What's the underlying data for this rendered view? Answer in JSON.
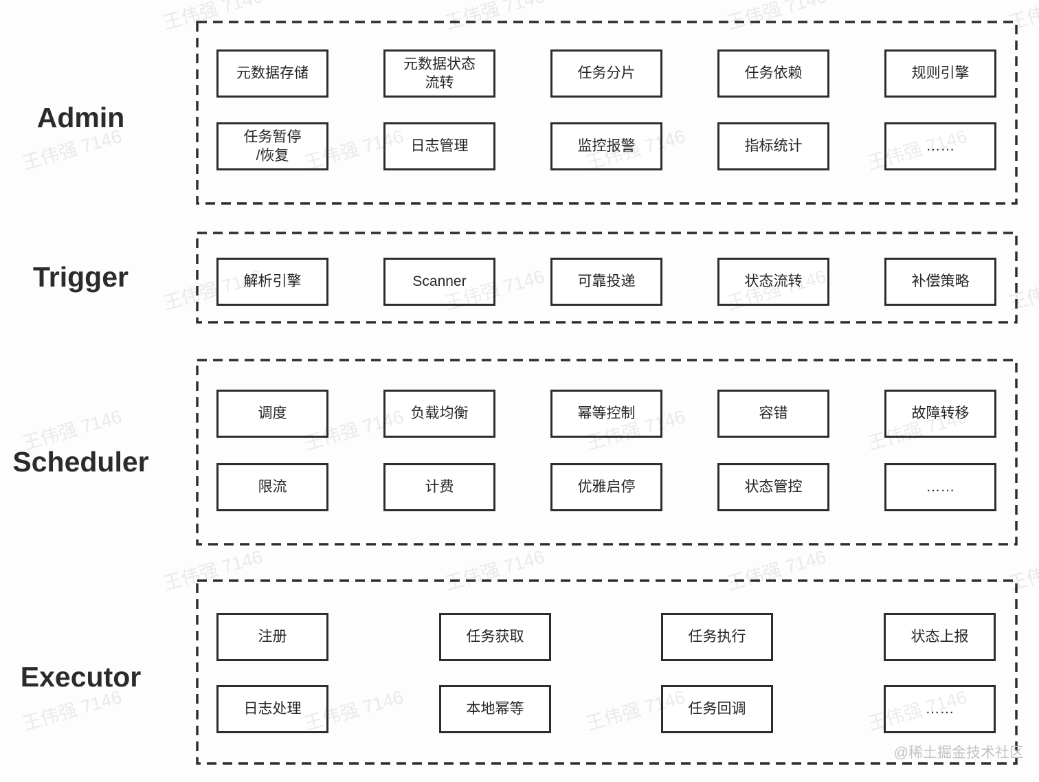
{
  "watermark": {
    "text": "王伟强 7146",
    "credit": "@稀土掘金技术社区"
  },
  "layers": {
    "admin": {
      "label": "Admin",
      "row1": [
        "元数据存储",
        "元数据状态\n流转",
        "任务分片",
        "任务依赖",
        "规则引擎"
      ],
      "row2": [
        "任务暂停\n/恢复",
        "日志管理",
        "监控报警",
        "指标统计",
        "……"
      ]
    },
    "trigger": {
      "label": "Trigger",
      "row1": [
        "解析引擎",
        "Scanner",
        "可靠投递",
        "状态流转",
        "补偿策略"
      ]
    },
    "scheduler": {
      "label": "Scheduler",
      "row1": [
        "调度",
        "负载均衡",
        "幂等控制",
        "容错",
        "故障转移"
      ],
      "row2": [
        "限流",
        "计费",
        "优雅启停",
        "状态管控",
        "……"
      ]
    },
    "executor": {
      "label": "Executor",
      "row1": [
        "注册",
        "任务获取",
        "任务执行",
        "状态上报"
      ],
      "row2": [
        "日志处理",
        "本地幂等",
        "任务回调",
        "……"
      ]
    }
  }
}
